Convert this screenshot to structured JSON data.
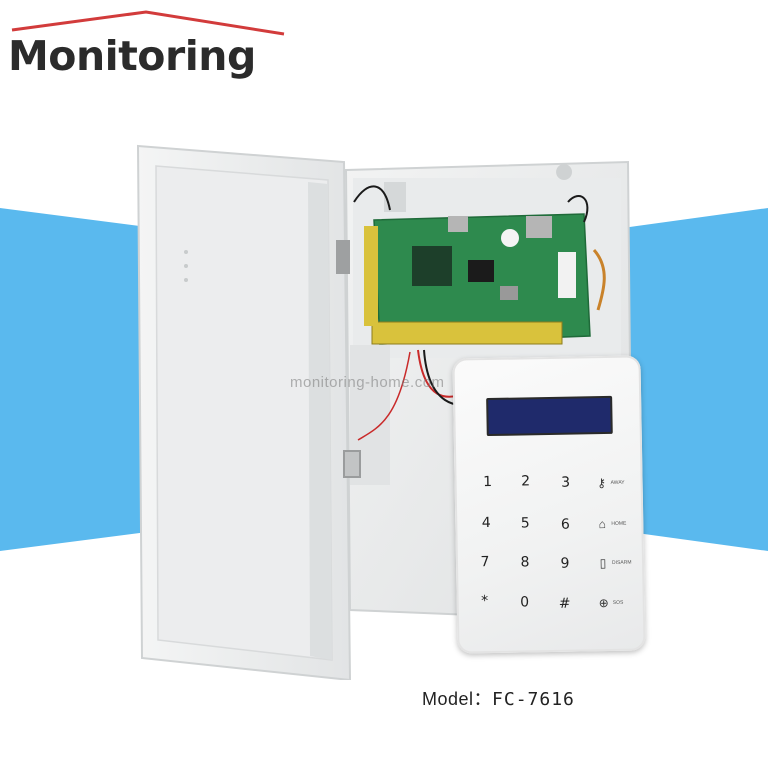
{
  "brand": {
    "name": "Monitoring"
  },
  "watermark": {
    "text": "monitoring-home.com"
  },
  "keypad": {
    "keys": [
      "1",
      "2",
      "3",
      "4",
      "5",
      "6",
      "7",
      "8",
      "9",
      "*",
      "0",
      "#"
    ],
    "function_keys": [
      {
        "icon": "key-icon",
        "label": "AWAY"
      },
      {
        "icon": "home-icon",
        "label": "HOME"
      },
      {
        "icon": "disarm-icon",
        "label": "DISARM"
      },
      {
        "icon": "sos-icon",
        "label": "SOS"
      }
    ]
  },
  "model": {
    "label": "Model：",
    "value": "FC-7616"
  },
  "colors": {
    "accent_band": "#5ab9ee",
    "roof_line": "#d23b3b",
    "lcd": "#1f2a6b",
    "pcb": "#2e8a4e"
  }
}
